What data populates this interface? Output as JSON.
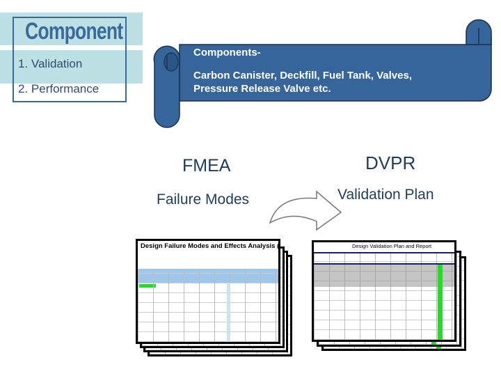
{
  "sidebar": {
    "title": "Component",
    "items": [
      "1. Validation",
      "2. Performance"
    ]
  },
  "scroll": {
    "heading": "Components-",
    "line1": "Carbon Canister, Deckfill, Fuel Tank, Valves,",
    "line2": "Pressure Release Valve etc."
  },
  "fmea": {
    "title": "FMEA",
    "subtitle": "Failure Modes",
    "doc_title": "Design Failure Modes and Effects Analysis (DFMEA)"
  },
  "dvpr": {
    "title": "DVPR",
    "subtitle": "Validation Plan",
    "doc_title": "Design Validation Plan and Report"
  },
  "colors": {
    "scroll_fill": "#35659a",
    "band": "#bde0e5",
    "highlight_green": "#22dd22",
    "header_blue": "#9fc7ea"
  }
}
